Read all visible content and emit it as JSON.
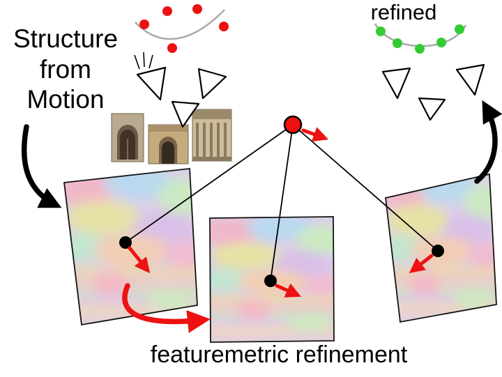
{
  "figure": {
    "sfm_label": "Structure\nfrom\nMotion",
    "refined_label": "refined",
    "caption": "featuremetric refinement"
  },
  "colors": {
    "accent_red": "#ee1111",
    "refined_green": "#33cc33",
    "curve_gray": "#aaaaaa",
    "ink_black": "#000000"
  }
}
